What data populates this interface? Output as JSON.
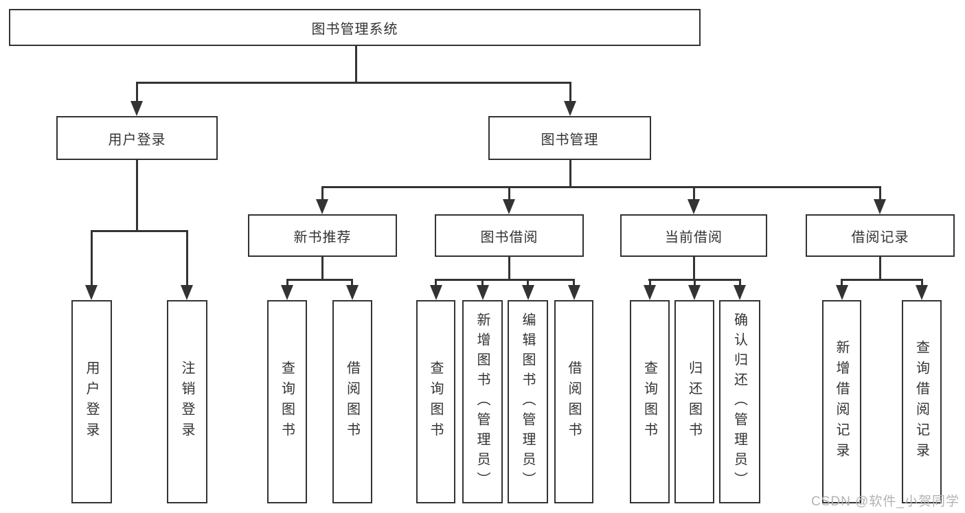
{
  "diagram_title": "图书管理系统",
  "tree": {
    "label": "图书管理系统",
    "children": [
      {
        "label": "用户登录",
        "children": [
          {
            "label": "用户登录"
          },
          {
            "label": "注销登录"
          }
        ]
      },
      {
        "label": "图书管理",
        "children": [
          {
            "label": "新书推荐",
            "children": [
              {
                "label": "查询图书"
              },
              {
                "label": "借阅图书"
              }
            ]
          },
          {
            "label": "图书借阅",
            "children": [
              {
                "label": "查询图书"
              },
              {
                "label": "新增图书（管理员）"
              },
              {
                "label": "编辑图书（管理员）"
              },
              {
                "label": "借阅图书"
              }
            ]
          },
          {
            "label": "当前借阅",
            "children": [
              {
                "label": "查询图书"
              },
              {
                "label": "归还图书"
              },
              {
                "label": "确认归还（管理员）"
              }
            ]
          },
          {
            "label": "借阅记录",
            "children": [
              {
                "label": "新增借阅记录"
              },
              {
                "label": "查询借阅记录"
              }
            ]
          }
        ]
      }
    ]
  },
  "watermark": "CSDN @软件_小贺同学",
  "colors": {
    "border": "#333333",
    "line": "#333333",
    "text": "#333333",
    "watermark": "#b3b3b3",
    "background": "#ffffff"
  }
}
